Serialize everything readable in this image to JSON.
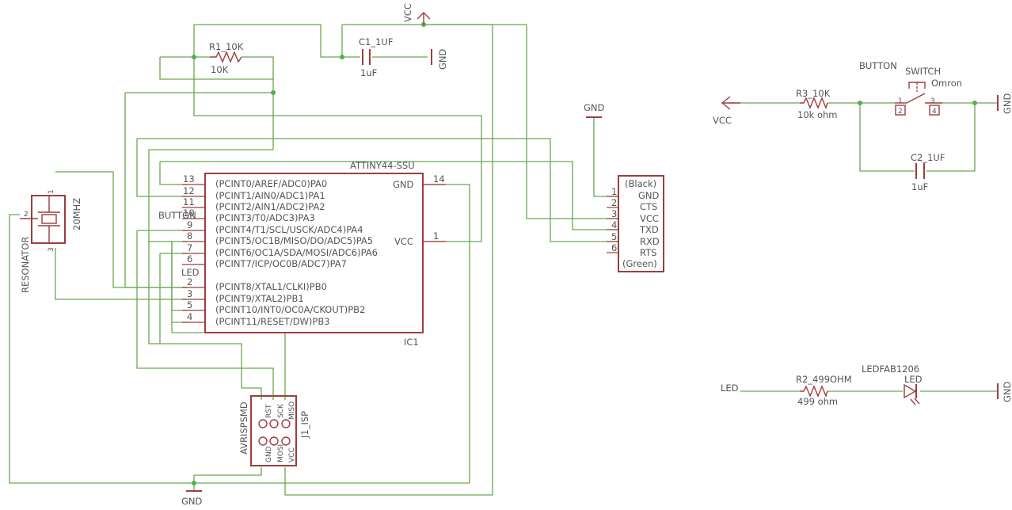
{
  "labels": {
    "vcc_top": "VCC",
    "r1_name": "R1_10K",
    "r1_value": "10K",
    "c1_name": "C1_1UF",
    "c1_value": "1uF",
    "gnd_c1": "GND",
    "gnd_ftdi": "GND",
    "gnd_bottom": "GND",
    "ic_part": "ATTINY44-SSU",
    "ic_ref": "IC1",
    "ic_gnd": "GND",
    "ic_vcc": "VCC",
    "resonator_name": "RESONATOR",
    "resonator_value": "20MHZ",
    "net_button": "BUTTON",
    "net_led": "LED",
    "isp_name": "AVRISPSMD",
    "isp_ref": "J1_ISP",
    "button_title": "BUTTON",
    "switch_name": "SWITCH",
    "switch_value": "Omron",
    "r3_name": "R3_10K",
    "r3_value": "10k ohm",
    "vcc_right": "VCC",
    "gnd_right_1": "GND",
    "c2_name": "C2_1UF",
    "c2_value": "1uF",
    "led_net_label": "LED",
    "r2_name": "R2_499OHM",
    "r2_value": "499 ohm",
    "led_part": "LEDFAB1206",
    "led_name": "LED",
    "gnd_right_2": "GND"
  },
  "ic_pins_left": [
    {
      "num": "13",
      "name": "(PCINT0/AREF/ADC0)PA0"
    },
    {
      "num": "12",
      "name": "(PCINT1/AIN0/ADC1)PA1"
    },
    {
      "num": "11",
      "name": "(PCINT2/AIN1/ADC2)PA2"
    },
    {
      "num": "10",
      "name": "(PCINT3/T0/ADC3)PA3"
    },
    {
      "num": "9",
      "name": "(PCINT4/T1/SCL/USCK/ADC4)PA4"
    },
    {
      "num": "8",
      "name": "(PCINT5/OC1B/MISO/DO/ADC5)PA5"
    },
    {
      "num": "7",
      "name": "(PCINT6/OC1A/SDA/MOSI/ADC6)PA6"
    },
    {
      "num": "6",
      "name": "(PCINT7/ICP/OC0B/ADC7)PA7"
    },
    {
      "num": "2",
      "name": "(PCINT8/XTAL1/CLKI)PB0"
    },
    {
      "num": "3",
      "name": "(PCINT9/XTAL2)PB1"
    },
    {
      "num": "5",
      "name": "(PCINT10/INT0/OC0A/CKOUT)PB2"
    },
    {
      "num": "4",
      "name": "(PCINT11/RESET/DW)PB3"
    }
  ],
  "ic_pins_right": [
    {
      "num": "14",
      "name": "GND"
    },
    {
      "num": "1",
      "name": "VCC"
    }
  ],
  "ftdi": {
    "top": "(Black)",
    "bottom": "(Green)",
    "pins": [
      {
        "num": "1",
        "name": "GND"
      },
      {
        "num": "2",
        "name": "CTS"
      },
      {
        "num": "3",
        "name": "VCC"
      },
      {
        "num": "4",
        "name": "TXD"
      },
      {
        "num": "5",
        "name": "RXD"
      },
      {
        "num": "6",
        "name": "RTS"
      }
    ]
  },
  "isp_pins_top": [
    "RST",
    "SCK",
    "MISO"
  ],
  "isp_pins_bottom": [
    "GND",
    "MOSI",
    "VCC"
  ],
  "resonator_pins": [
    "1",
    "2",
    "3"
  ],
  "switch_pins": [
    "1",
    "2",
    "3",
    "4"
  ],
  "colors": {
    "symbol": "#9e3d3d",
    "wire": "#6aa84f",
    "text": "#555555",
    "junction": "#4caf50"
  }
}
